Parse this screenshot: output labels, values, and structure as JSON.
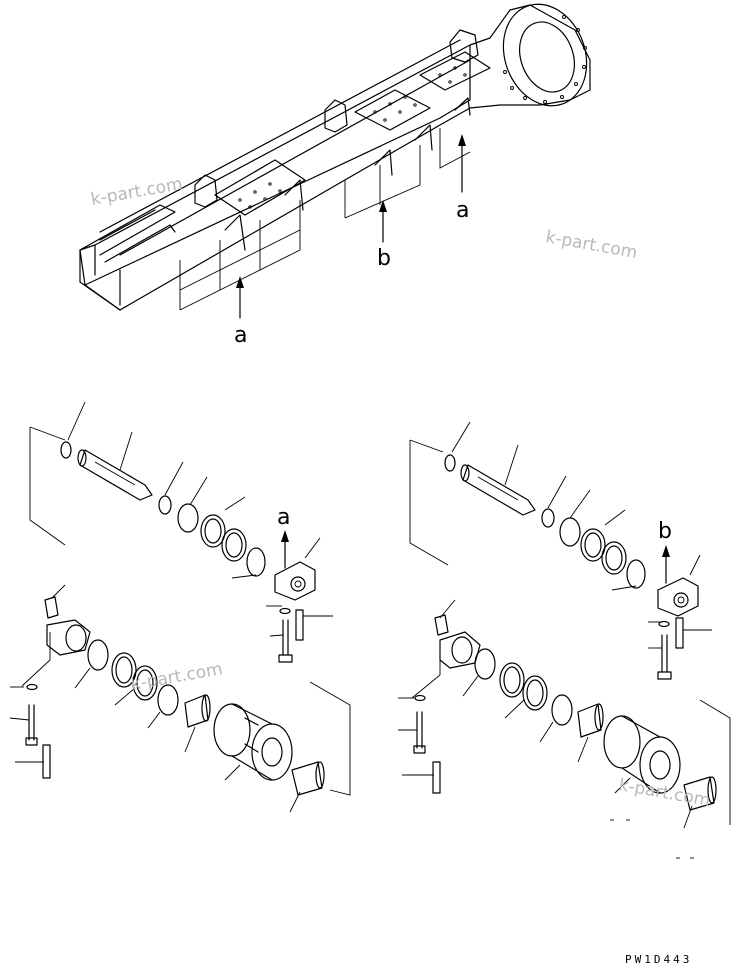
{
  "watermark": "k-part.com",
  "callouts": {
    "top_left_a": "a",
    "center_b": "b",
    "right_a": "a",
    "left_assembly": "a",
    "right_assembly": "b"
  },
  "drawing_code": "PW1D443"
}
